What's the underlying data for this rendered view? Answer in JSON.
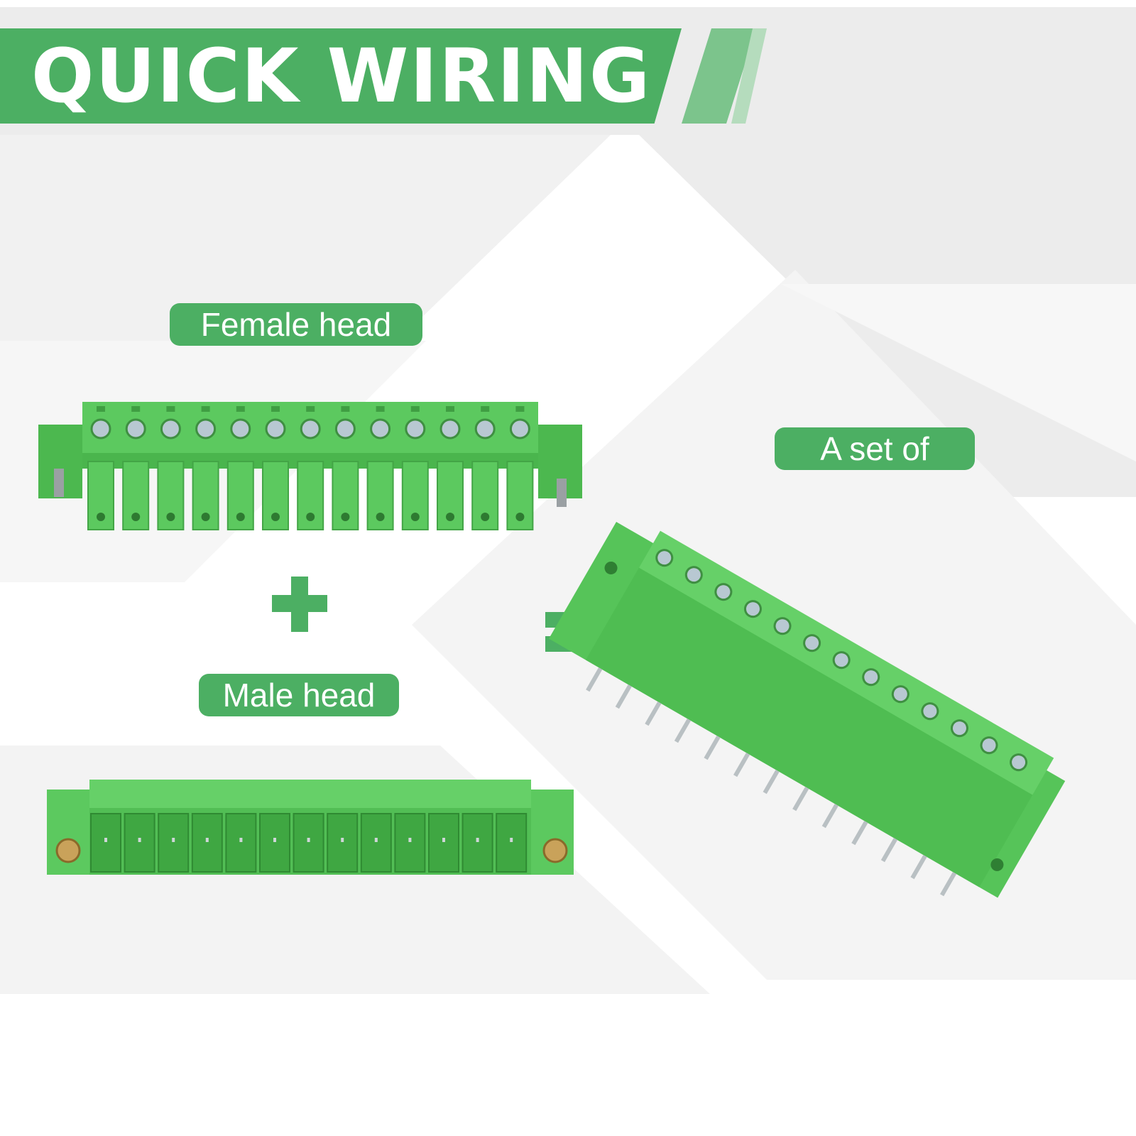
{
  "banner": {
    "title": "QUICK WIRING"
  },
  "labels": {
    "female": "Female head",
    "male": "Male head",
    "set": "A set of"
  },
  "colors": {
    "brand_green": "#4caf63",
    "connector_green": "#5cc95f"
  },
  "icons": [
    "plus-sign-icon",
    "equals-sign-icon"
  ]
}
